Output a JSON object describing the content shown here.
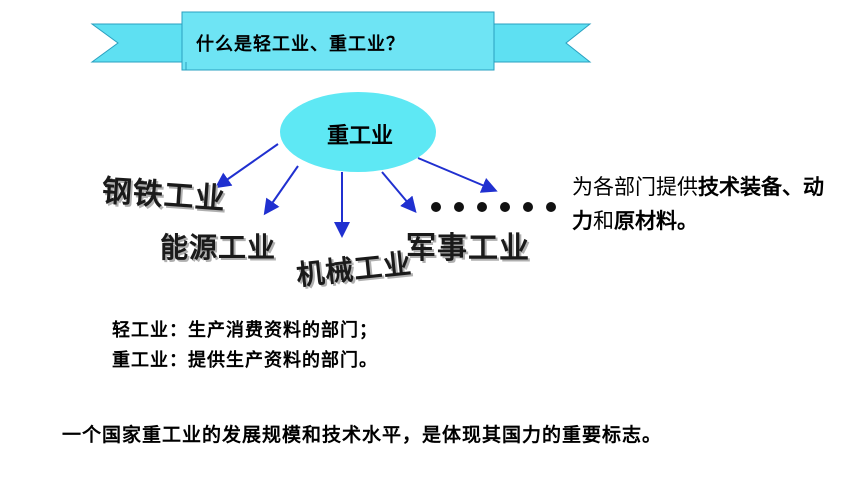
{
  "banner": {
    "title": "什么是轻工业、重工业？"
  },
  "center": {
    "label": "重工业"
  },
  "branches": [
    "钢铁工业",
    "能源工业",
    "机械工业",
    "军事工业"
  ],
  "ellipsis": "······",
  "description": {
    "part1": "为各部门提供",
    "part2": "技术装备",
    "part3": "、",
    "part4": "动力",
    "part5": "和",
    "part6": "原材料",
    "part7": "。"
  },
  "definitions": {
    "light": "轻工业：生产消费资料的部门；",
    "heavy": "重工业：提供生产资料的部门。"
  },
  "conclusion": "一个国家重工业的发展规模和技术水平，是体现其国力的重要标志。",
  "colors": {
    "banner_fill": "#5ee0f2",
    "ellipse_fill": "#5ee8f4",
    "arrow": "#2030d0"
  }
}
